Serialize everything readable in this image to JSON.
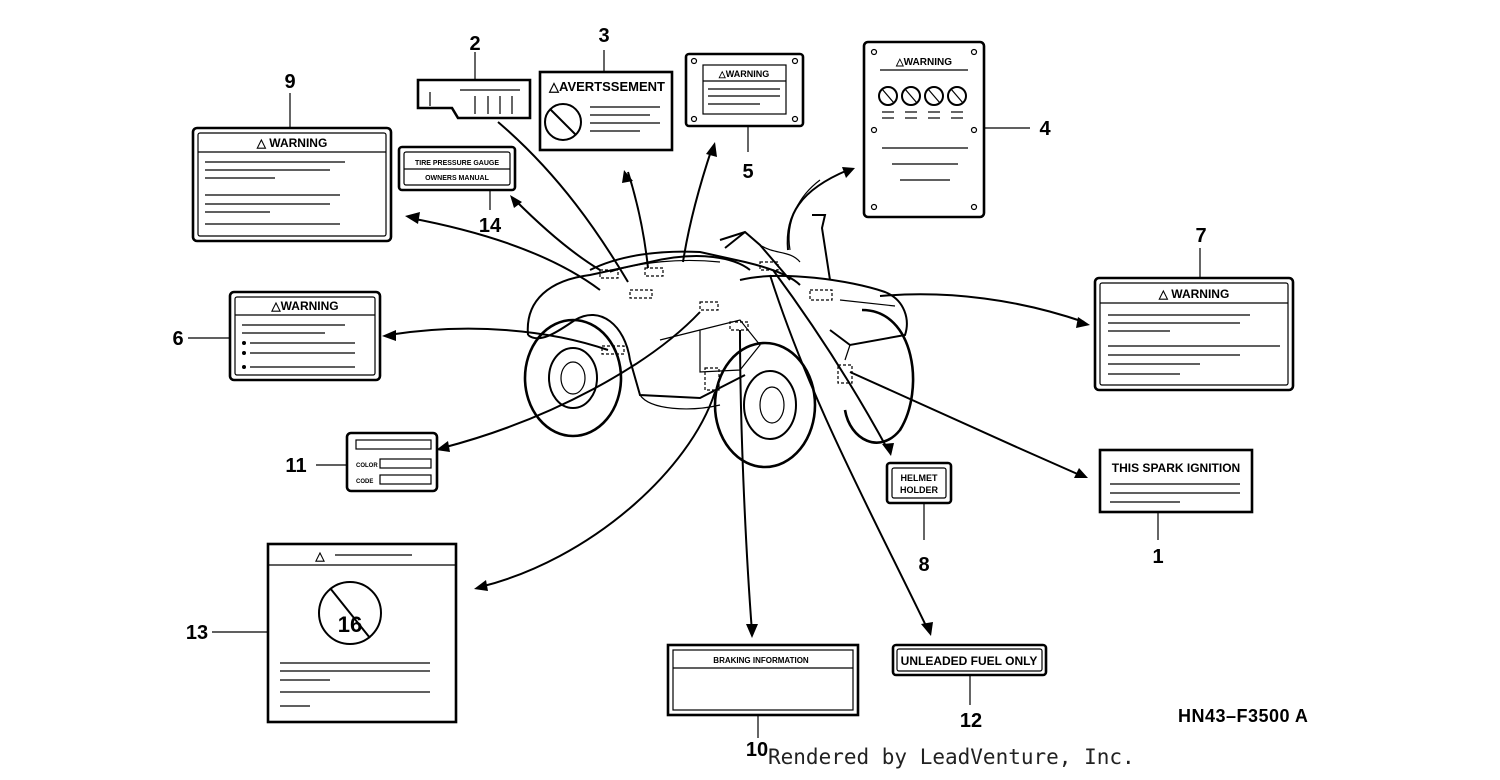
{
  "callouts": {
    "c1": "1",
    "c2": "2",
    "c3": "3",
    "c4": "4",
    "c5": "5",
    "c6": "6",
    "c7": "7",
    "c8": "8",
    "c9": "9",
    "c10": "10",
    "c11": "11",
    "c12": "12",
    "c13": "13",
    "c14": "14"
  },
  "labels": {
    "warning": "WARNING",
    "avertissement": "AVERTSSEMENT",
    "tire_gauge": "TIRE PRESSURE GAUGE",
    "owners_manual": "OWNERS MANUAL",
    "color": "COLOR",
    "code": "CODE",
    "helmet": "HELMET",
    "holder": "HOLDER",
    "spark_ignition": "THIS SPARK IGNITION",
    "braking_information": "BRAKING INFORMATION",
    "unleaded_fuel": "UNLEADED FUEL ONLY",
    "age_sign": "16"
  },
  "reference_code": "HN43–F3500 A",
  "credit": "Rendered by LeadVenture, Inc."
}
